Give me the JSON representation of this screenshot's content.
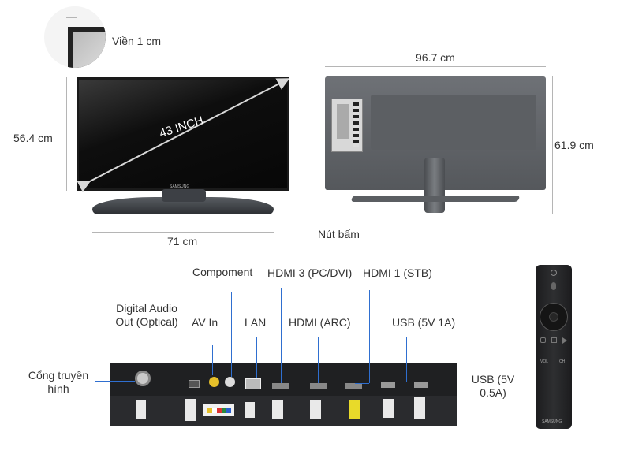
{
  "bezel": {
    "label": "Viền 1 cm"
  },
  "front_tv": {
    "diagonal_label": "43 INCH",
    "width_label": "71 cm",
    "height_label": "56.4 cm",
    "brand": "SAMSUNG"
  },
  "back_tv": {
    "width_label": "96.7 cm",
    "height_label": "61.9 cm",
    "button_label": "Nút bấm"
  },
  "ports": {
    "antenna": "Cổng truyền hình",
    "digital_audio": "Digital Audio Out (Optical)",
    "av_in": "AV In",
    "component": "Compoment",
    "lan": "LAN",
    "hdmi3": "HDMI 3 (PC/DVI)",
    "hdmi_arc": "HDMI (ARC)",
    "hdmi1": "HDMI 1 (STB)",
    "usb_1a": "USB (5V 1A)",
    "usb_05a": "USB (5V 0.5A)"
  },
  "remote": {
    "brand": "SAMSUNG",
    "vol": "VOL",
    "ch": "CH"
  }
}
